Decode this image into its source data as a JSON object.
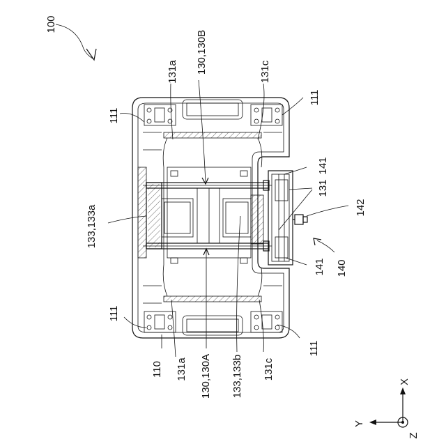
{
  "figure": {
    "assembly_ref": "100",
    "labels": {
      "l111_top_left": "111",
      "l111_top_right": "111",
      "l111_bottom_left": "111",
      "l111_bottom_right": "111",
      "l131a_top": "131a",
      "l131a_bottom": "131a",
      "l131c_top": "131c",
      "l131c_bottom": "131c",
      "l130_130B": "130,130B",
      "l130_130A": "130,130A",
      "l133_133a": "133,133a",
      "l133_133b": "133,133b",
      "l141_top": "141",
      "l141_bottom": "141",
      "l131": "131",
      "l142": "142",
      "l140": "140",
      "l110": "110"
    },
    "axes": {
      "x": "X",
      "y": "Y",
      "z": "Z"
    }
  }
}
